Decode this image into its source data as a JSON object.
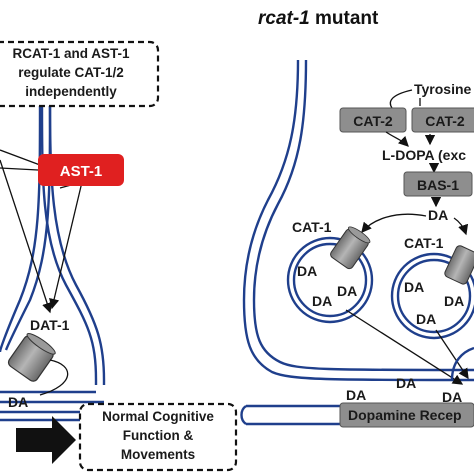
{
  "left_panel": {
    "note_box": {
      "lines": [
        "RCAT-1 and AST-1",
        "regulate CAT-1/2",
        "independently"
      ]
    },
    "ast1_label": "AST-1",
    "ast1_color": "#e02020",
    "dat1_label": "DAT-1",
    "da_label": "DA",
    "outcome_box": {
      "lines": [
        "Normal Cognitive",
        "Function &",
        "Movements"
      ]
    }
  },
  "right_panel": {
    "title_italic": "rcat-1",
    "title_rest": " mutant",
    "tyrosine_label": "Tyrosine",
    "cat2_left": "CAT-2",
    "cat2_right": "CAT-2",
    "ldopa_label": "L-DOPA (exc",
    "bas1_label": "BAS-1",
    "da_top": "DA",
    "vesicle1": {
      "cat_label": "CAT-1",
      "da": [
        "DA",
        "DA",
        "DA"
      ]
    },
    "vesicle2": {
      "cat_label": "CAT-1",
      "da": [
        "DA",
        "DA",
        "DA"
      ]
    },
    "da_bottom_left": "DA",
    "da_bottom_mid": "DA",
    "da_bottom_right": "DA",
    "dopamine_receptor": "Dopamine Recep"
  },
  "colors": {
    "membrane": "#1f3f8c",
    "gray_box": "#8e8e8e",
    "ast1": "#e02020"
  }
}
